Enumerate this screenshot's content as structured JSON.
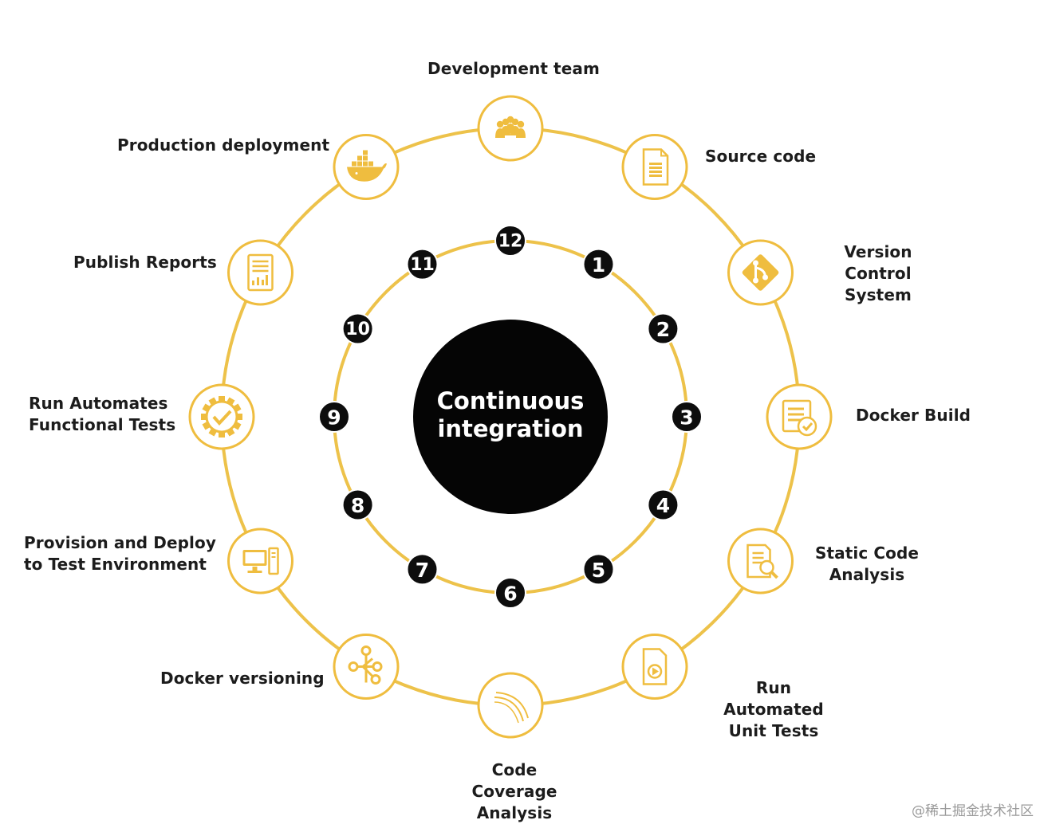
{
  "diagram": {
    "center_title": "Continuous\nintegration",
    "steps": [
      {
        "number": "1",
        "label": "Source code",
        "icon": "document-icon"
      },
      {
        "number": "2",
        "label": "Version Control\nSystem",
        "icon": "git-icon"
      },
      {
        "number": "3",
        "label": "Docker Build",
        "icon": "checked-form-icon"
      },
      {
        "number": "4",
        "label": "Static Code\nAnalysis",
        "icon": "document-search-icon"
      },
      {
        "number": "5",
        "label": "Run Automated\nUnit Tests",
        "icon": "play-file-icon"
      },
      {
        "number": "6",
        "label": "Code Coverage\nAnalysis",
        "icon": "curve-icon"
      },
      {
        "number": "7",
        "label": "Docker versioning",
        "icon": "branch-icon"
      },
      {
        "number": "8",
        "label": "Provision and Deploy\nto Test Environment",
        "icon": "computer-icon"
      },
      {
        "number": "9",
        "label": "Run Automates\nFunctional Tests",
        "icon": "gear-check-icon"
      },
      {
        "number": "10",
        "label": "Publish Reports",
        "icon": "report-chart-icon"
      },
      {
        "number": "11",
        "label": "Production deployment",
        "icon": "docker-whale-icon"
      },
      {
        "number": "12",
        "label": "Development team",
        "icon": "team-icon"
      }
    ],
    "colors": {
      "accent": "#EFBD3F",
      "ring": "#EDC24A",
      "badge": "#0d0d0d",
      "center": "#050505",
      "text": "#1c1c1c"
    }
  },
  "watermark": "@稀土掘金技术社区"
}
